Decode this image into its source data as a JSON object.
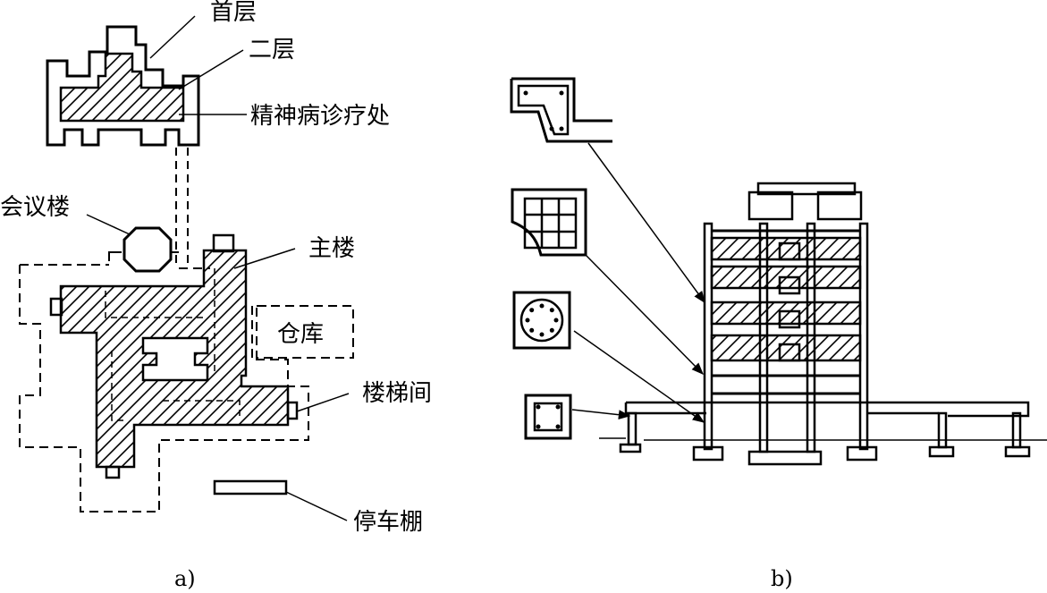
{
  "figure_a": {
    "caption": "a)",
    "labels": {
      "first_floor": "首层",
      "second_floor": "二层",
      "psychiatric_clinic": "精神病诊疗处",
      "conference_building": "会议楼",
      "main_building": "主楼",
      "warehouse": "仓库",
      "stairwell": "楼梯间",
      "parking_shed": "停车棚"
    }
  },
  "figure_b": {
    "caption": "b)"
  },
  "colors": {
    "ink": "#000000",
    "background": "#ffffff"
  }
}
